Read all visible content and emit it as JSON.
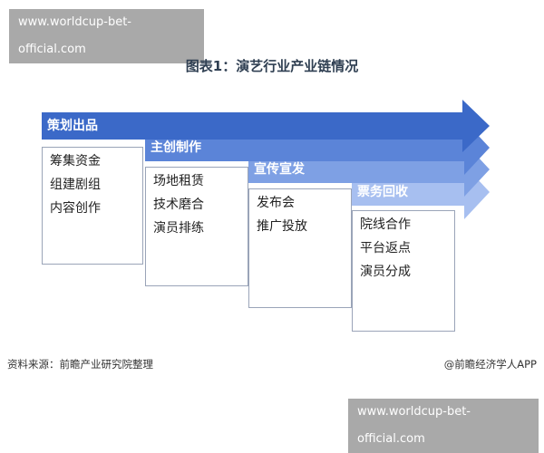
{
  "watermark_top": "www.worldcup-bet-official.com",
  "watermark_bottom": "www.worldcup-bet-official.com",
  "title": "图表1：演艺行业产业链情况",
  "colors": {
    "arrow1": "#3b69c8",
    "arrow2": "#5b84d8",
    "arrow3": "#7ea0e4",
    "arrow4": "#a7bff0",
    "box_border": "#9aa4b8"
  },
  "stages": [
    {
      "title": "策划出品",
      "items": [
        "筹集资金",
        "组建剧组",
        "内容创作"
      ]
    },
    {
      "title": "主创制作",
      "items": [
        "场地租赁",
        "技术磨合",
        "演员排练"
      ]
    },
    {
      "title": "宣传宣发",
      "items": [
        "发布会",
        "推广投放"
      ]
    },
    {
      "title": "票务回收",
      "items": [
        "院线合作",
        "平台返点",
        "演员分成"
      ]
    }
  ],
  "footer": {
    "source": "资料来源：前瞻产业研究院整理",
    "brand": "@前瞻经济学人APP"
  }
}
